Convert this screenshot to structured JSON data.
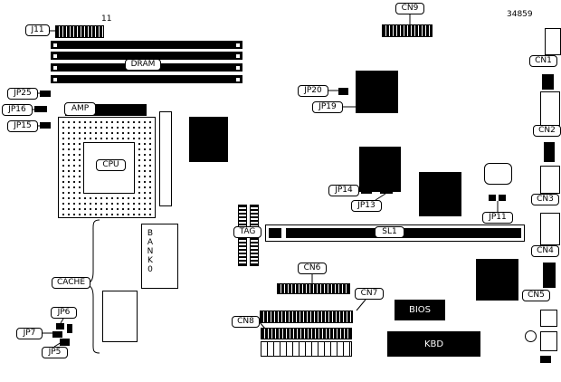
{
  "part_number": "34859",
  "pin_marker": "11",
  "colors": {
    "line": "#000000",
    "background": "#ffffff",
    "chip": "#000000"
  },
  "labels": {
    "j11": "J11",
    "dram": "DRAM",
    "cn9": "CN9",
    "cn1": "CN1",
    "cn2": "CN2",
    "cn3": "CN3",
    "cn4": "CN4",
    "cn5": "CN5",
    "cn6": "CN6",
    "cn7": "CN7",
    "cn8": "CN8",
    "jp25": "JP25",
    "jp16": "JP16",
    "jp15": "JP15",
    "jp20": "JP20",
    "jp19": "JP19",
    "jp14": "JP14",
    "jp13": "JP13",
    "jp11": "JP11",
    "jp7": "JP7",
    "jp6": "JP6",
    "jp5": "JP5",
    "amp": "AMP",
    "cpu": "CPU",
    "tag": "TAG",
    "sl1": "SL1",
    "cache": "CACHE",
    "bank0": "BANK0",
    "bios": "BIOS",
    "kbd": "KBD"
  }
}
